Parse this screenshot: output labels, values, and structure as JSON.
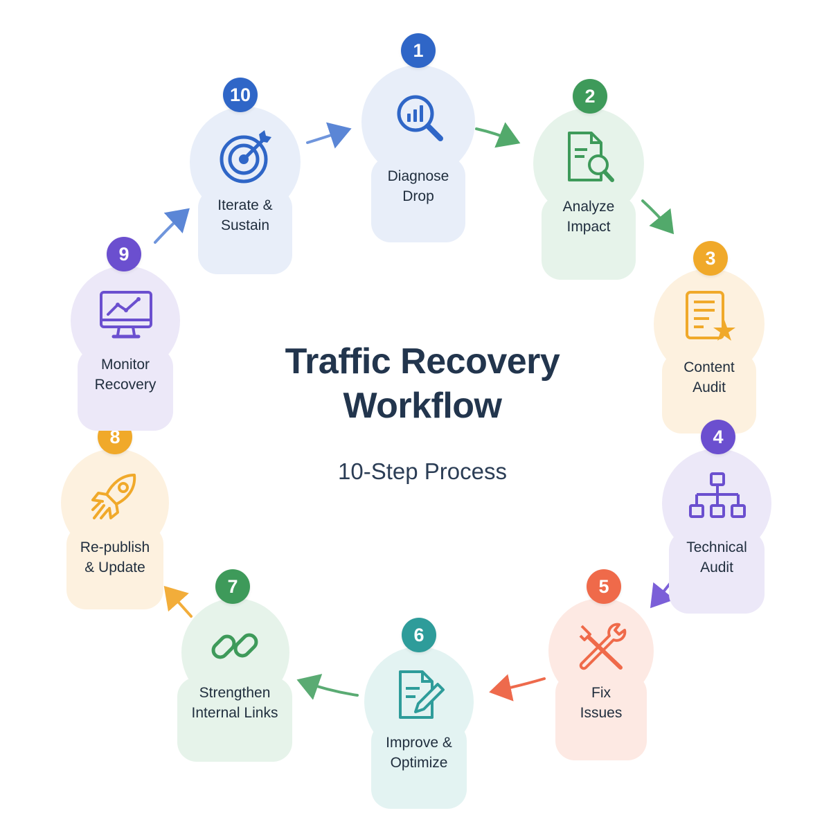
{
  "title_line1": "Traffic Recovery",
  "title_line2": "Workflow",
  "subtitle": "10-Step Process",
  "steps": [
    {
      "number": "1",
      "line1": "Diagnose",
      "line2": "Drop",
      "icon": "magnifier-chart-icon",
      "color": "#2f66c7",
      "tint": "#e8eef9"
    },
    {
      "number": "2",
      "line1": "Analyze",
      "line2": "Impact",
      "icon": "document-search-icon",
      "color": "#3e9a5a",
      "tint": "#e6f3ea"
    },
    {
      "number": "3",
      "line1": "Content",
      "line2": "Audit",
      "icon": "document-star-icon",
      "color": "#f0a92a",
      "tint": "#fdf1df"
    },
    {
      "number": "4",
      "line1": "Technical",
      "line2": "Audit",
      "icon": "sitemap-icon",
      "color": "#6b4fcf",
      "tint": "#ece8f8"
    },
    {
      "number": "5",
      "line1": "Fix",
      "line2": "Issues",
      "icon": "tools-icon",
      "color": "#ef6a4a",
      "tint": "#fde9e3"
    },
    {
      "number": "6",
      "line1": "Improve &",
      "line2": "Optimize",
      "icon": "document-edit-icon",
      "color": "#2e9c9a",
      "tint": "#e3f3f2"
    },
    {
      "number": "7",
      "line1": "Strengthen",
      "line2": "Internal Links",
      "icon": "link-icon",
      "color": "#3e9a5a",
      "tint": "#e6f3ea"
    },
    {
      "number": "8",
      "line1": "Re-publish",
      "line2": "& Update",
      "icon": "rocket-icon",
      "color": "#f0a92a",
      "tint": "#fdf1df"
    },
    {
      "number": "9",
      "line1": "Monitor",
      "line2": "Recovery",
      "icon": "monitor-chart-icon",
      "color": "#6b4fcf",
      "tint": "#ece8f8"
    },
    {
      "number": "10",
      "line1": "Iterate &",
      "line2": "Sustain",
      "icon": "target-icon",
      "color": "#2f66c7",
      "tint": "#e8eef9"
    }
  ]
}
